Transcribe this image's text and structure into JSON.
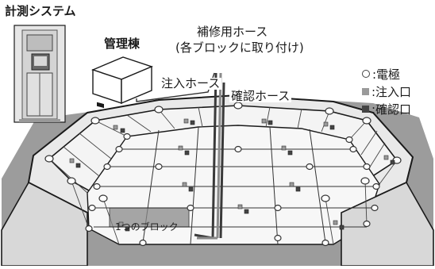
{
  "title": "計測システム",
  "building_label": "管理棟",
  "repair_hose_label_line1": "補修用ホース",
  "repair_hose_label_line2": "(各ブロックに取り付け)",
  "injection_hose_label": "注入ホース",
  "confirmation_hose_label": "確認ホース",
  "block_label": "1つのブロック",
  "legend": [
    {
      "key": "electrode",
      "label": ":電極",
      "color": "#ffffff"
    },
    {
      "key": "injection-port",
      "label": ":注入口",
      "color": "#9a9a9a"
    },
    {
      "key": "confirmation-port",
      "label": ":確認口",
      "color": "#444444"
    }
  ],
  "colors": {
    "outline": "#1a1a1a",
    "pond_floor": "#f4f4f4",
    "hose_gray": "#8a8a8a",
    "hose_dark": "#3a3a3a"
  }
}
